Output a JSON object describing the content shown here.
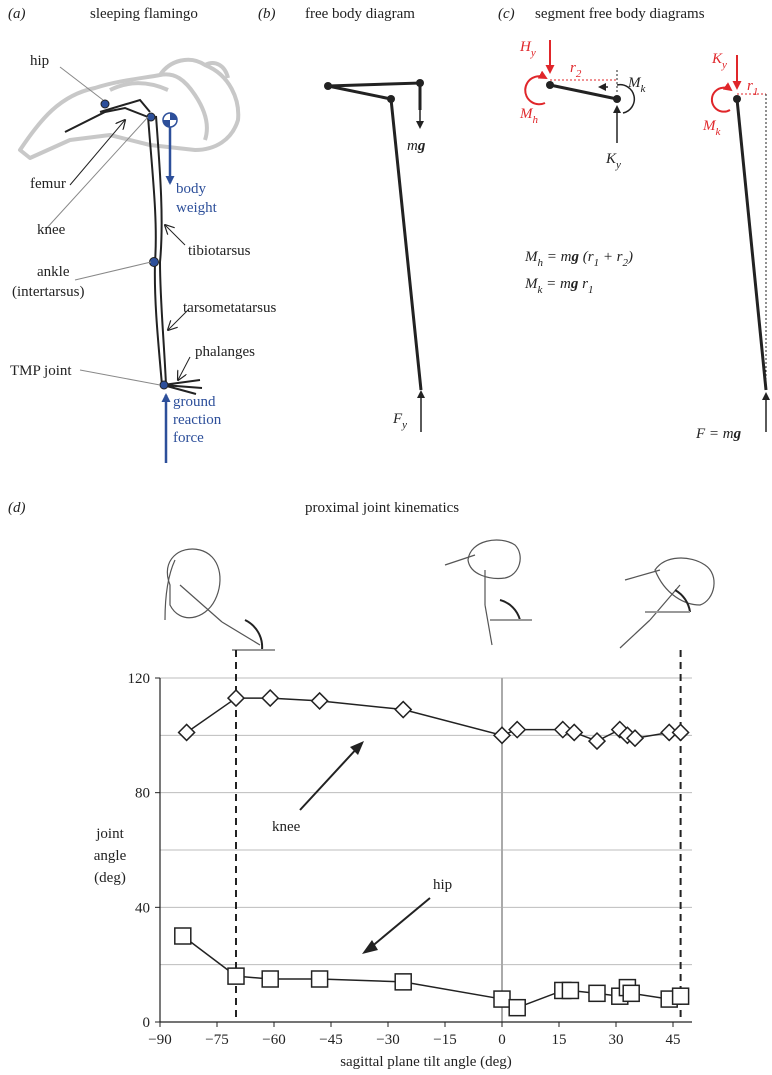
{
  "panels": {
    "a": {
      "label": "(a)",
      "title": "sleeping flamingo"
    },
    "b": {
      "label": "(b)",
      "title": "free body diagram"
    },
    "c": {
      "label": "(c)",
      "title": "segment free body diagrams"
    },
    "d": {
      "label": "(d)",
      "title": "proximal joint kinematics"
    }
  },
  "panel_a": {
    "hip": "hip",
    "femur": "femur",
    "knee": "knee",
    "ankle_1": "ankle",
    "ankle_2": "(intertarsus)",
    "tibiotarsus": "tibiotarsus",
    "tarsometatarsus": "tarsometatarsus",
    "phalanges": "phalanges",
    "tmp_joint": "TMP joint",
    "body_weight_1": "body",
    "body_weight_2": "weight",
    "grf_1": "ground",
    "grf_2": "reaction",
    "grf_3": "force"
  },
  "panel_b": {
    "mg": "m",
    "mg_bold": "g",
    "fy": "F",
    "fy_sub": "y"
  },
  "panel_c": {
    "hy": "H",
    "hy_sub": "y",
    "r2": "r",
    "r2_sub": "2",
    "mk": "M",
    "mk_sub": "k",
    "mh": "M",
    "mh_sub": "h",
    "ky": "K",
    "ky_sub": "y",
    "ky2": "K",
    "ky2_sub": "y",
    "r1": "r",
    "r1_sub": "1",
    "mk2": "M",
    "mk2_sub": "k",
    "eq1": "Mₕ = mg (r₁ + r₂)",
    "eq2": "Mₖ = mg r₁",
    "f_eq": "F = mg"
  },
  "colors": {
    "blue": "#2d4f9a",
    "red": "#e0262a",
    "grid": "#bdbdbd",
    "dark": "#222222"
  },
  "chart_data": {
    "type": "line",
    "title": "",
    "xlabel": "sagittal plane tilt angle (deg)",
    "ylabel_lines": [
      "joint",
      "angle",
      "(deg)"
    ],
    "xlim": [
      -90,
      50
    ],
    "ylim": [
      0,
      120
    ],
    "xticks": [
      -90,
      -75,
      -60,
      -45,
      -30,
      -15,
      0,
      15,
      30,
      45
    ],
    "yticks": [
      0,
      40,
      80,
      120
    ],
    "grid": "horizontal",
    "vlines": [
      -70,
      47
    ],
    "zero_line": 0,
    "series": [
      {
        "name": "knee",
        "marker": "diamond",
        "x": [
          -83,
          -70,
          -61,
          -48,
          -26,
          0,
          4,
          16,
          19,
          25,
          31,
          33,
          35,
          44,
          47
        ],
        "y": [
          101,
          113,
          113,
          112,
          109,
          100,
          102,
          102,
          101,
          98,
          102,
          100,
          99,
          101,
          101
        ]
      },
      {
        "name": "hip",
        "marker": "square",
        "x": [
          -84,
          -70,
          -61,
          -48,
          -26,
          0,
          4,
          16,
          18,
          25,
          31,
          33,
          34,
          44,
          47
        ],
        "y": [
          30,
          16,
          15,
          15,
          14,
          8,
          5,
          11,
          11,
          10,
          9,
          12,
          10,
          8,
          9
        ]
      }
    ],
    "annotations": {
      "knee": "knee",
      "hip": "hip"
    }
  }
}
